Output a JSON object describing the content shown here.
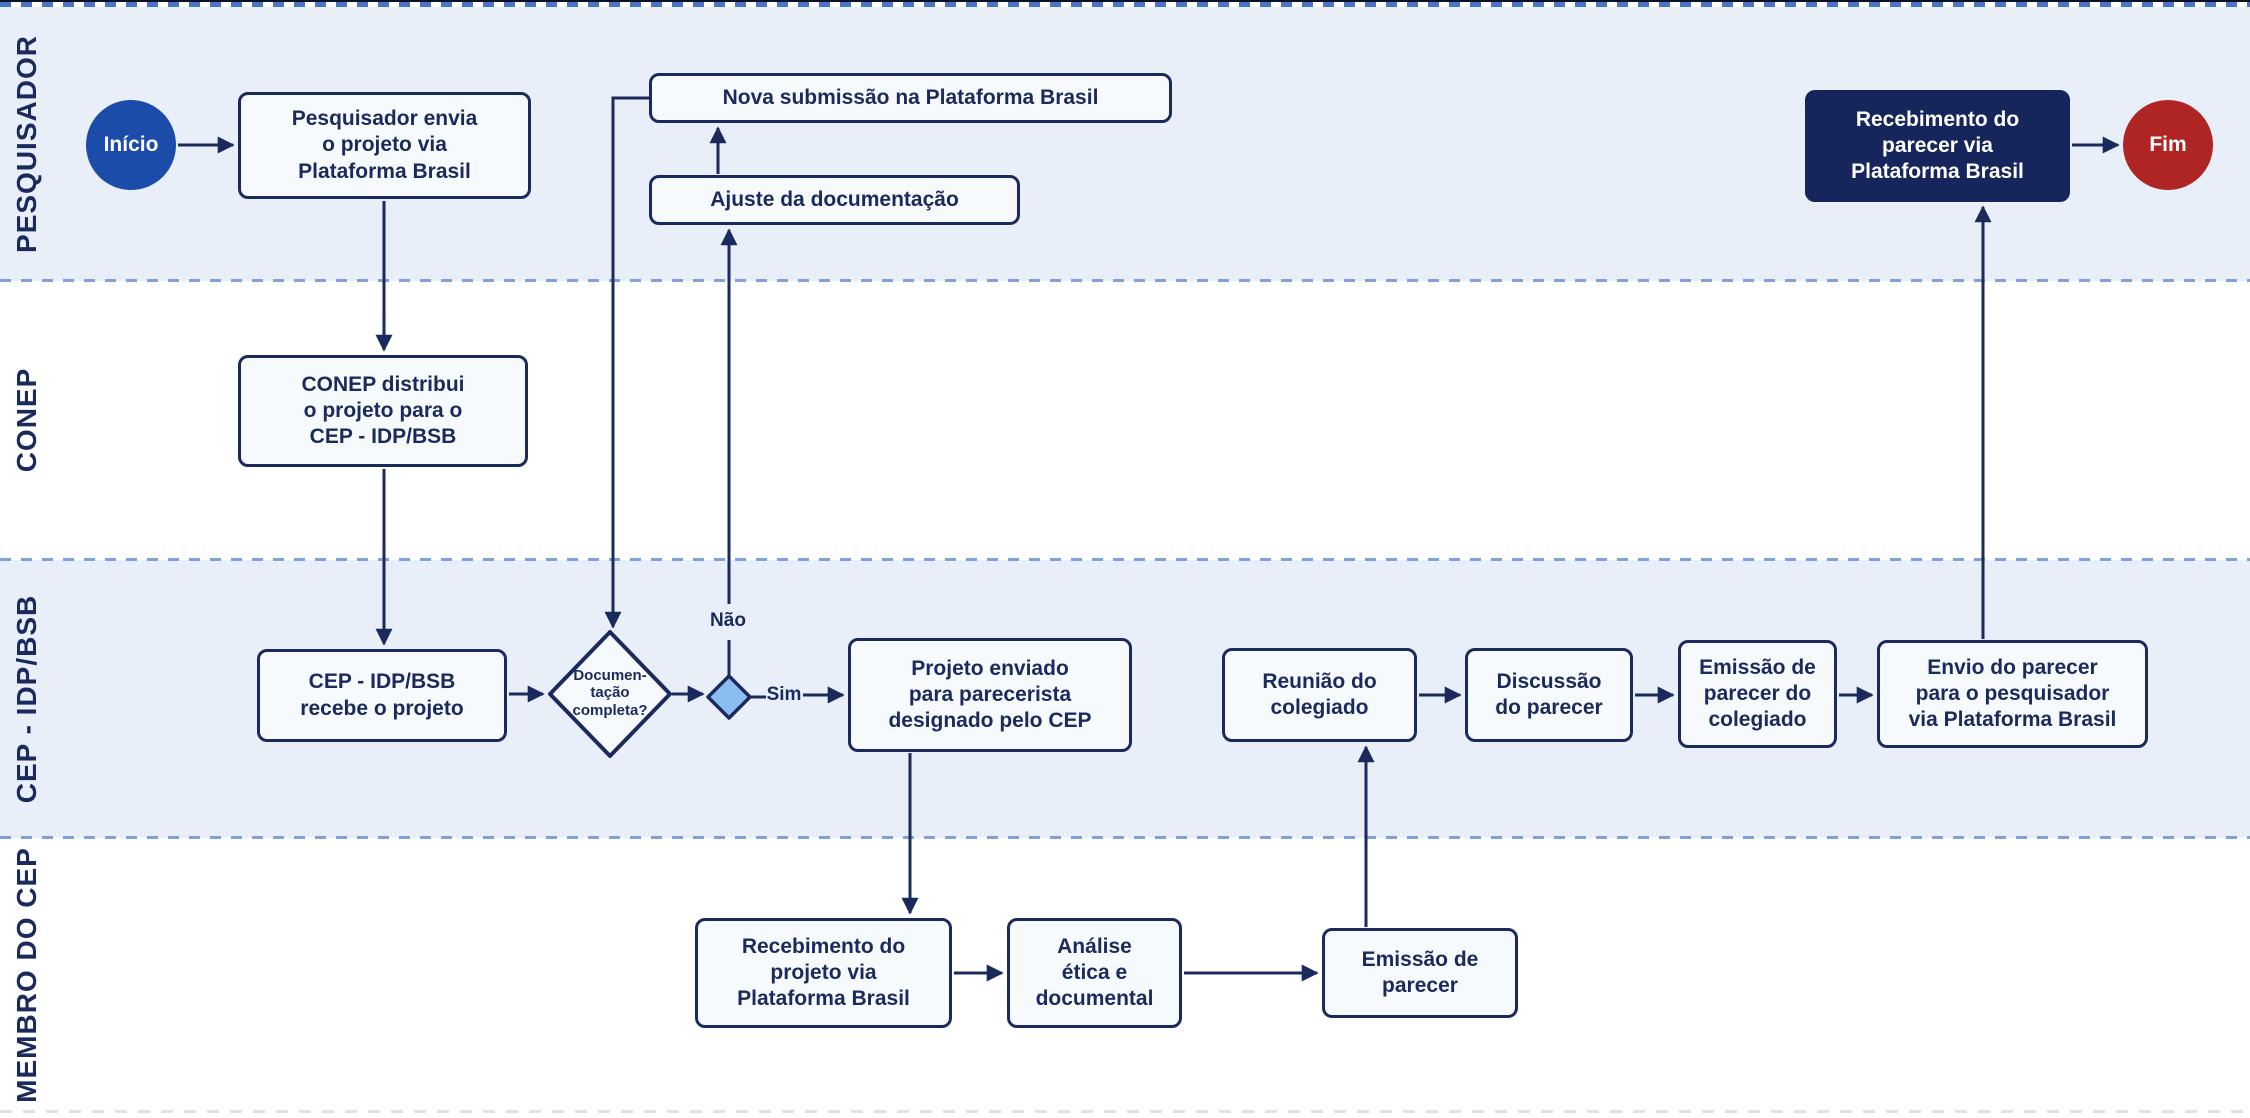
{
  "diagram": {
    "title_hint": "Fluxo de submissão e análise de projeto na Plataforma Brasil (CEP - IDP/BSB)",
    "colors": {
      "navy_text_border": "#1b2a5c",
      "lane_blue": "#e9eff9",
      "lane_white": "#ffffff",
      "task_fill": "#f7fafd",
      "start_circle": "#1c4caa",
      "end_circle": "#ae2523",
      "highlight_task_fill": "#16265c",
      "gateway_marker_fill": "#8cbdf2",
      "lane_separator_dash": "#7fa3d9",
      "top_border_dash": "#4a74c6",
      "top_border_line": "#0c1126",
      "bottom_border_dash": "#dce3ef"
    },
    "lanes": [
      {
        "label": "PESQUISADOR"
      },
      {
        "label": "CONEP"
      },
      {
        "label": "CEP - IDP/BSB"
      },
      {
        "label": "MEMBRO DO CEP"
      }
    ],
    "nodes": {
      "inicio": {
        "label": "Início",
        "type": "start"
      },
      "pesquisador_envia": {
        "label": "Pesquisador envia\no projeto via\nPlataforma Brasil",
        "type": "task"
      },
      "nova_submissao": {
        "label": "Nova submissão na Plataforma Brasil",
        "type": "task"
      },
      "ajuste_documentacao": {
        "label": "Ajuste da documentação",
        "type": "task"
      },
      "recebimento_parecer": {
        "label": "Recebimento do\nparecer via\nPlataforma Brasil",
        "type": "task-highlight"
      },
      "fim": {
        "label": "Fim",
        "type": "end"
      },
      "conep_distribui": {
        "label": "CONEP distribui\no projeto para o\nCEP - IDP/BSB",
        "type": "task"
      },
      "cep_recebe": {
        "label": "CEP - IDP/BSB\nrecebe o projeto",
        "type": "task"
      },
      "documentacao_completa": {
        "label": "Documen-\ntação\ncompleta?",
        "type": "decision"
      },
      "projeto_enviado": {
        "label": "Projeto enviado\npara parecerista\ndesignado pelo CEP",
        "type": "task"
      },
      "reuniao_colegiado": {
        "label": "Reunião do\ncolegiado",
        "type": "task"
      },
      "discussao_parecer": {
        "label": "Discussão\ndo parecer",
        "type": "task"
      },
      "emissao_parecer_colegiado": {
        "label": "Emissão de\nparecer do\ncolegiado",
        "type": "task"
      },
      "envio_parecer": {
        "label": "Envio do parecer\npara o pesquisador\nvia Plataforma Brasil",
        "type": "task"
      },
      "recebimento_projeto": {
        "label": "Recebimento do\nprojeto via\nPlataforma Brasil",
        "type": "task"
      },
      "analise_etica": {
        "label": "Análise\nética e\ndocumental",
        "type": "task"
      },
      "emissao_parecer": {
        "label": "Emissão de\nparecer",
        "type": "task"
      }
    },
    "edge_labels": {
      "nao": "Não",
      "sim": "Sim"
    }
  }
}
